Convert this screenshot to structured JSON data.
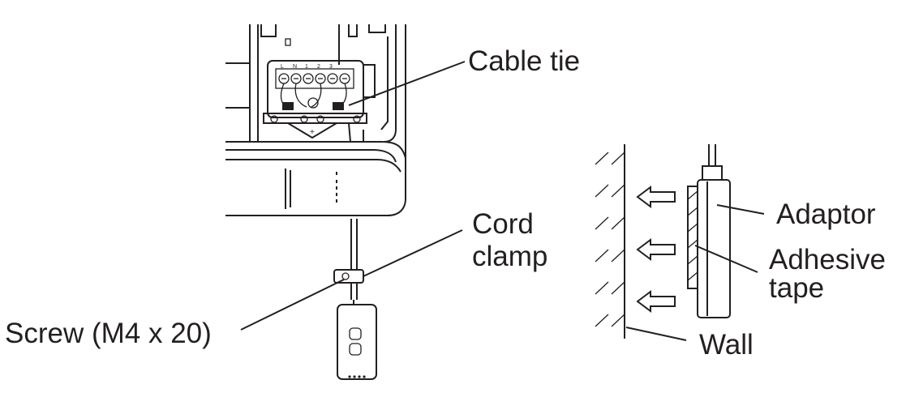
{
  "labels": {
    "cable_tie": "Cable tie",
    "cord_clamp_line1": "Cord",
    "cord_clamp_line2": "clamp",
    "screw": "Screw (M4 x 20)",
    "adaptor": "Adaptor",
    "adhesive_tape_line1": "Adhesive",
    "adhesive_tape_line2": "tape",
    "wall": "Wall"
  },
  "terminal_markings": [
    "L",
    "N",
    "1",
    "2",
    "3"
  ],
  "plus_mark": "+"
}
